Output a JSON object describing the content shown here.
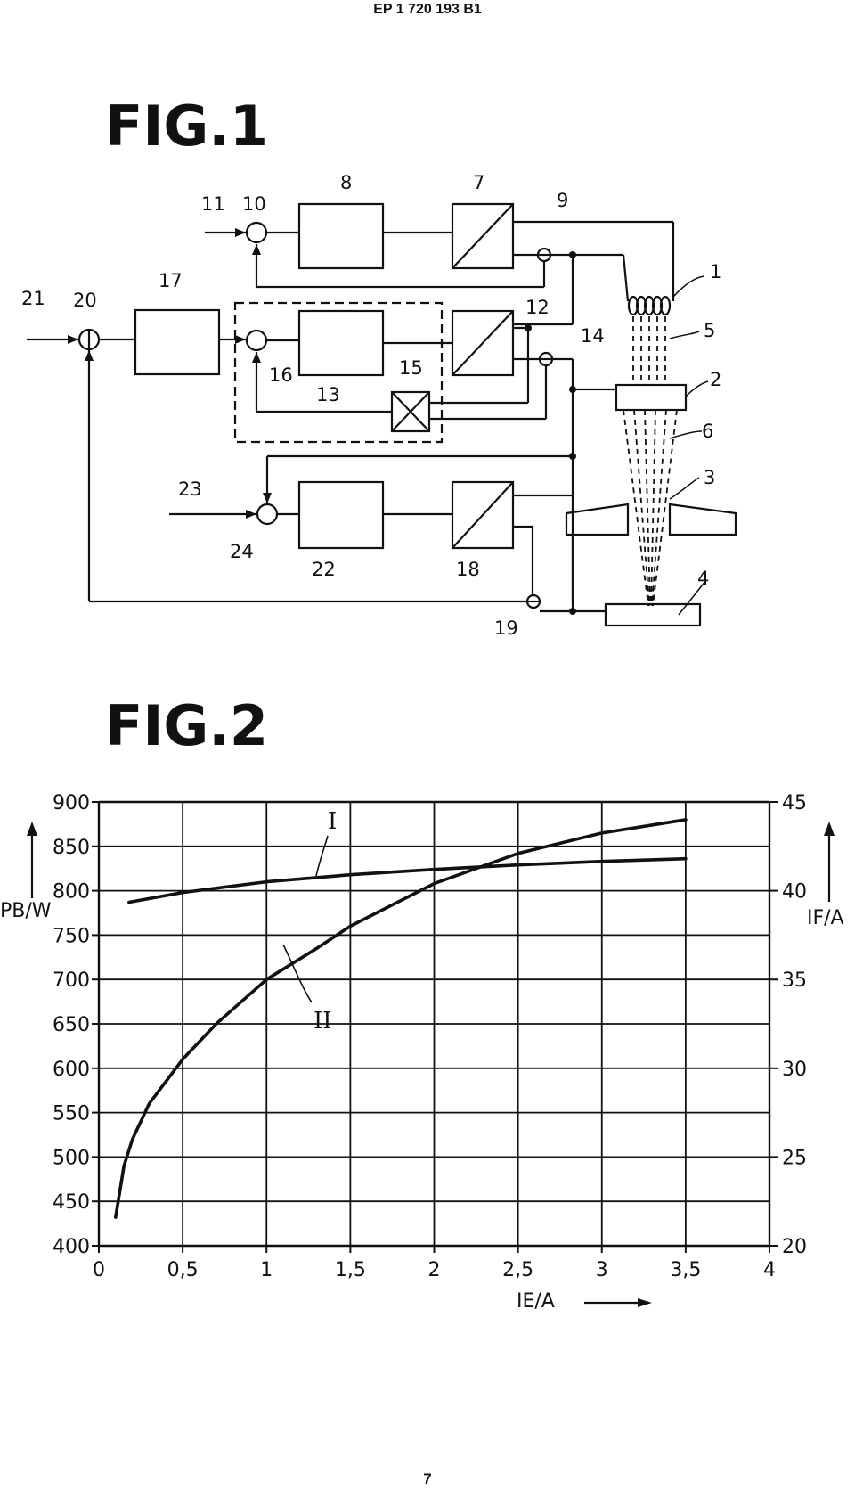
{
  "document": {
    "header": "EP 1 720 193 B1",
    "page_number": "7"
  },
  "fig1": {
    "title": "FIG.1",
    "labels": [
      "1",
      "2",
      "3",
      "4",
      "5",
      "6",
      "7",
      "8",
      "9",
      "10",
      "11",
      "12",
      "13",
      "14",
      "15",
      "16",
      "17",
      "18",
      "19",
      "20",
      "21",
      "22",
      "23",
      "24"
    ]
  },
  "fig2": {
    "title": "FIG.2",
    "left_axis_label": "PB/W",
    "right_axis_label": "IF/A",
    "x_axis_label": "IE/A",
    "curve_label_1": "I",
    "curve_label_2": "II"
  },
  "chart_data": {
    "type": "line",
    "x_ticks": [
      "0",
      "0,5",
      "1",
      "1,5",
      "2",
      "2,5",
      "3",
      "3,5",
      "4"
    ],
    "y_left_ticks": [
      "400",
      "450",
      "500",
      "550",
      "600",
      "650",
      "700",
      "750",
      "800",
      "850",
      "900"
    ],
    "y_right_ticks": [
      "20",
      "25",
      "30",
      "35",
      "40",
      "45"
    ],
    "xlim": [
      0,
      4
    ],
    "ylim_left": [
      400,
      900
    ],
    "ylim_right": [
      20,
      45
    ],
    "xlabel": "IE/A",
    "ylabel_left": "PB/W",
    "ylabel_right": "IF/A",
    "grid": true,
    "series": [
      {
        "name": "I",
        "axis": "left",
        "x": [
          0.18,
          0.5,
          1.0,
          1.5,
          2.0,
          2.5,
          3.0,
          3.5
        ],
        "y": [
          787,
          798,
          810,
          818,
          824,
          829,
          833,
          836
        ]
      },
      {
        "name": "II",
        "axis": "left",
        "x": [
          0.1,
          0.15,
          0.2,
          0.3,
          0.5,
          0.7,
          1.0,
          1.3,
          1.5,
          2.0,
          2.5,
          3.0,
          3.5
        ],
        "y": [
          432,
          490,
          520,
          560,
          610,
          650,
          700,
          735,
          760,
          808,
          842,
          865,
          880
        ]
      }
    ]
  }
}
